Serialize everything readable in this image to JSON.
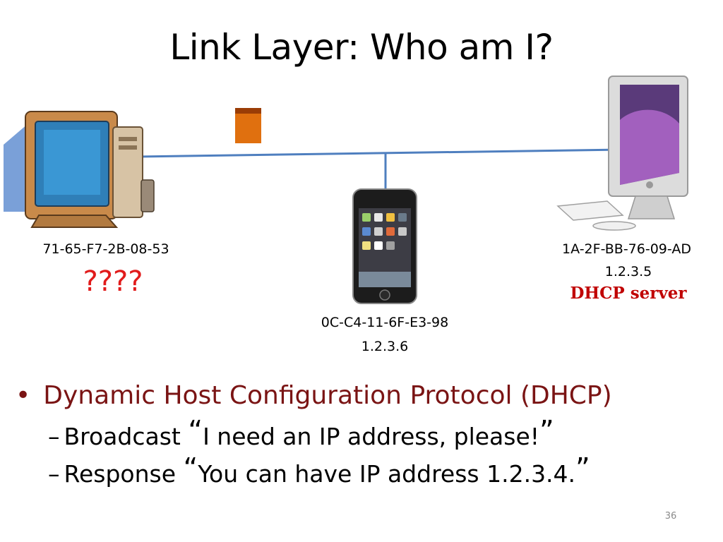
{
  "title": "Link Layer: Who am I?",
  "colors": {
    "link_line": "#4f7fbf",
    "frame_packet": "#e0700f",
    "bullet_text": "#7a1414",
    "unknown_text": "#e11b1b",
    "server_text": "#c00000"
  },
  "nodes": {
    "client_pc": {
      "mac": "71-65-F7-2B-08-53",
      "ip": "????",
      "icon": "desktop-pc-icon"
    },
    "phone": {
      "mac": "0C-C4-11-6F-E3-98",
      "ip": "1.2.3.6",
      "icon": "smartphone-icon"
    },
    "server": {
      "mac": "1A-2F-BB-76-09-AD",
      "ip": "1.2.3.5",
      "role": "DHCP server",
      "icon": "imac-icon"
    }
  },
  "bullets": {
    "main": "Dynamic Host Configuration Protocol (DHCP)",
    "subs": [
      {
        "verb": "Broadcast",
        "quote": "I need an IP address, please!"
      },
      {
        "verb": "Response",
        "quote": "You can have IP address 1.2.3.4."
      }
    ],
    "dash": "–",
    "bullet_char": "•",
    "open_quote": "“",
    "close_quote": "”"
  },
  "page_number": "36"
}
